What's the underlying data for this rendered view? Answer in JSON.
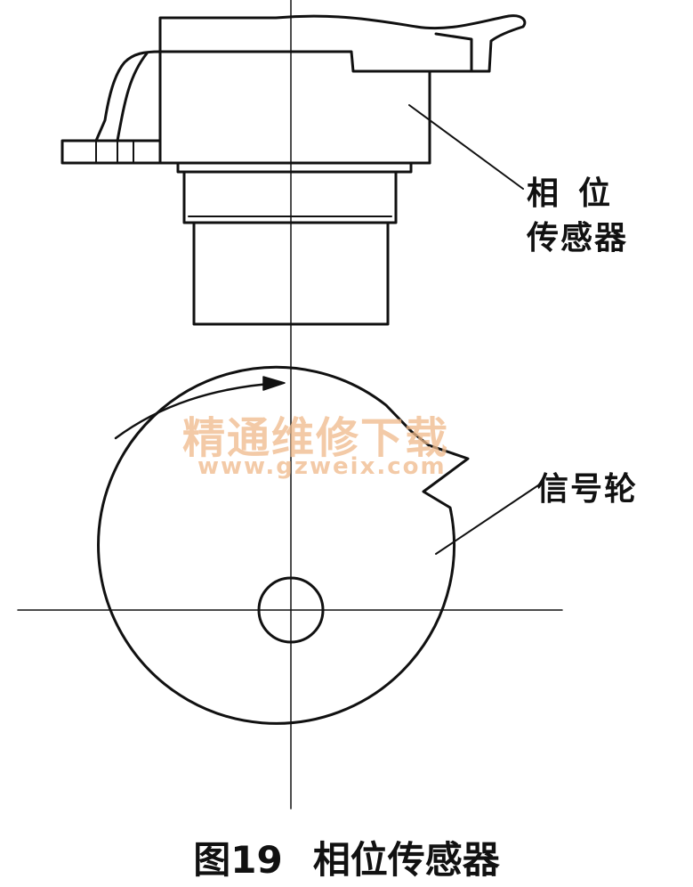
{
  "labels": {
    "sensor_line1": "相位",
    "sensor_line2": "传感器",
    "signal_wheel": "信号轮"
  },
  "caption": {
    "number": "图19",
    "title": "相位传感器"
  },
  "watermark": {
    "line1": "精通维修下载",
    "line2": "www.gzweix.com"
  },
  "colors": {
    "line": "#111111",
    "watermark": "#f0b98a"
  }
}
